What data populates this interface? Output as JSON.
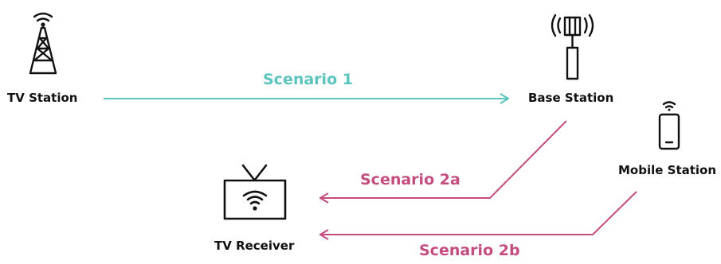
{
  "nodes": {
    "tv_station": {
      "label": "TV Station"
    },
    "base_station": {
      "label": "Base Station"
    },
    "mobile_station": {
      "label": "Mobile Station"
    },
    "tv_receiver": {
      "label": "TV Receiver"
    }
  },
  "scenarios": {
    "s1": {
      "label": "Scenario 1",
      "color": "#5bc4bf"
    },
    "s2a": {
      "label": "Scenario 2a",
      "color": "#c44c7e"
    },
    "s2b": {
      "label": "Scenario 2b",
      "color": "#c44c7e"
    }
  },
  "icons": {
    "tv_station": "broadcast-tower-icon",
    "base_station": "cell-antenna-icon",
    "mobile_station": "smartphone-icon",
    "tv_receiver": "wifi-tv-icon"
  }
}
